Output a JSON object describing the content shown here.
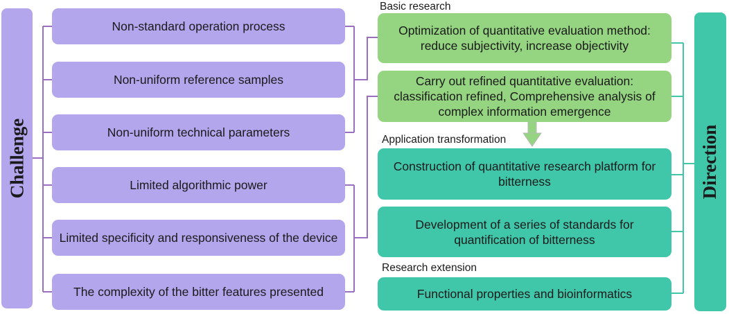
{
  "challenge": {
    "title": "Challenge",
    "items": [
      "Non-standard operation process",
      "Non-uniform reference samples",
      "Non-uniform technical parameters",
      "Limited algorithmic power",
      "Limited specificity and responsiveness of the device",
      "The complexity of the bitter features presented"
    ]
  },
  "direction": {
    "title": "Direction",
    "basic_research": {
      "heading": "Basic research",
      "items": [
        "Optimization of quantitative evaluation method: reduce subjectivity, increase objectivity",
        "Carry out refined quantitative evaluation: classification refined, Comprehensive analysis of complex information emergence"
      ]
    },
    "application_transformation": {
      "heading": "Application transformation",
      "items": [
        "Construction of quantitative research platform for bitterness",
        "Development of a series of standards for quantification of bitterness"
      ]
    },
    "research_extension": {
      "heading": "Research extension",
      "items": [
        "Functional properties and bioinformatics"
      ]
    }
  },
  "colors": {
    "challenge": "#b3a6ec",
    "basic_research": "#95d581",
    "application": "#40c7aa",
    "connector_purple": "#9a6fc2",
    "connector_teal": "#40c7aa",
    "arrow": "#95d581"
  }
}
